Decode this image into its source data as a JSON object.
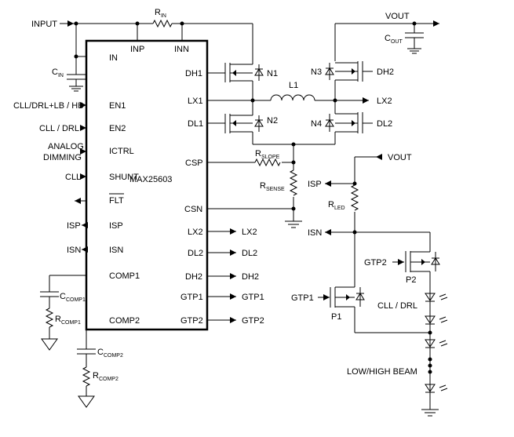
{
  "chip": {
    "name": "MAX25603",
    "left_pins": [
      "IN",
      "EN1",
      "EN2",
      "ICTRL",
      "SHUNT",
      "FLT",
      "ISP",
      "ISN",
      "COMP1",
      "COMP2"
    ],
    "top_pins": [
      "INP",
      "INN"
    ],
    "right_pins": [
      "DH1",
      "LX1",
      "DL1",
      "CSP",
      "CSN",
      "LX2",
      "DL2",
      "DH2",
      "GTP1",
      "GTP2"
    ]
  },
  "nets": {
    "input": "INPUT",
    "vout_top": "VOUT",
    "vout_right": "VOUT",
    "lx2": "LX2",
    "dh2": "DH2",
    "dl2": "DL2",
    "isp": "ISP",
    "isn": "ISN",
    "gtp1": "GTP1",
    "gtp2": "GTP2",
    "left_isp": "ISP",
    "left_isn": "ISN",
    "out_lx2": "LX2",
    "out_dl2": "DL2",
    "out_dh2": "DH2",
    "out_gtp1": "GTP1",
    "out_gtp2": "GTP2"
  },
  "inputs": {
    "en1": "CLL/DRL+LB / HB",
    "en2": "CLL / DRL",
    "ictrl_1": "ANALOG",
    "ictrl_2": "DIMMING",
    "shunt": "CLL"
  },
  "components": {
    "rin": {
      "main": "R",
      "sub": "IN"
    },
    "cin": {
      "main": "C",
      "sub": "IN"
    },
    "cout": {
      "main": "C",
      "sub": "OUT"
    },
    "l1": "L1",
    "rslope": {
      "main": "R",
      "sub": "SLOPE"
    },
    "rsense": {
      "main": "R",
      "sub": "SENSE"
    },
    "rled": {
      "main": "R",
      "sub": "LED"
    },
    "ccomp1": {
      "main": "C",
      "sub": "COMP1"
    },
    "rcomp1": {
      "main": "R",
      "sub": "COMP1"
    },
    "ccomp2": {
      "main": "C",
      "sub": "COMP2"
    },
    "rcomp2": {
      "main": "R",
      "sub": "COMP2"
    },
    "n1": "N1",
    "n2": "N2",
    "n3": "N3",
    "n4": "N4",
    "p1": "P1",
    "p2": "P2"
  },
  "led_labels": {
    "group1": "CLL / DRL",
    "group2": "LOW/HIGH BEAM"
  }
}
